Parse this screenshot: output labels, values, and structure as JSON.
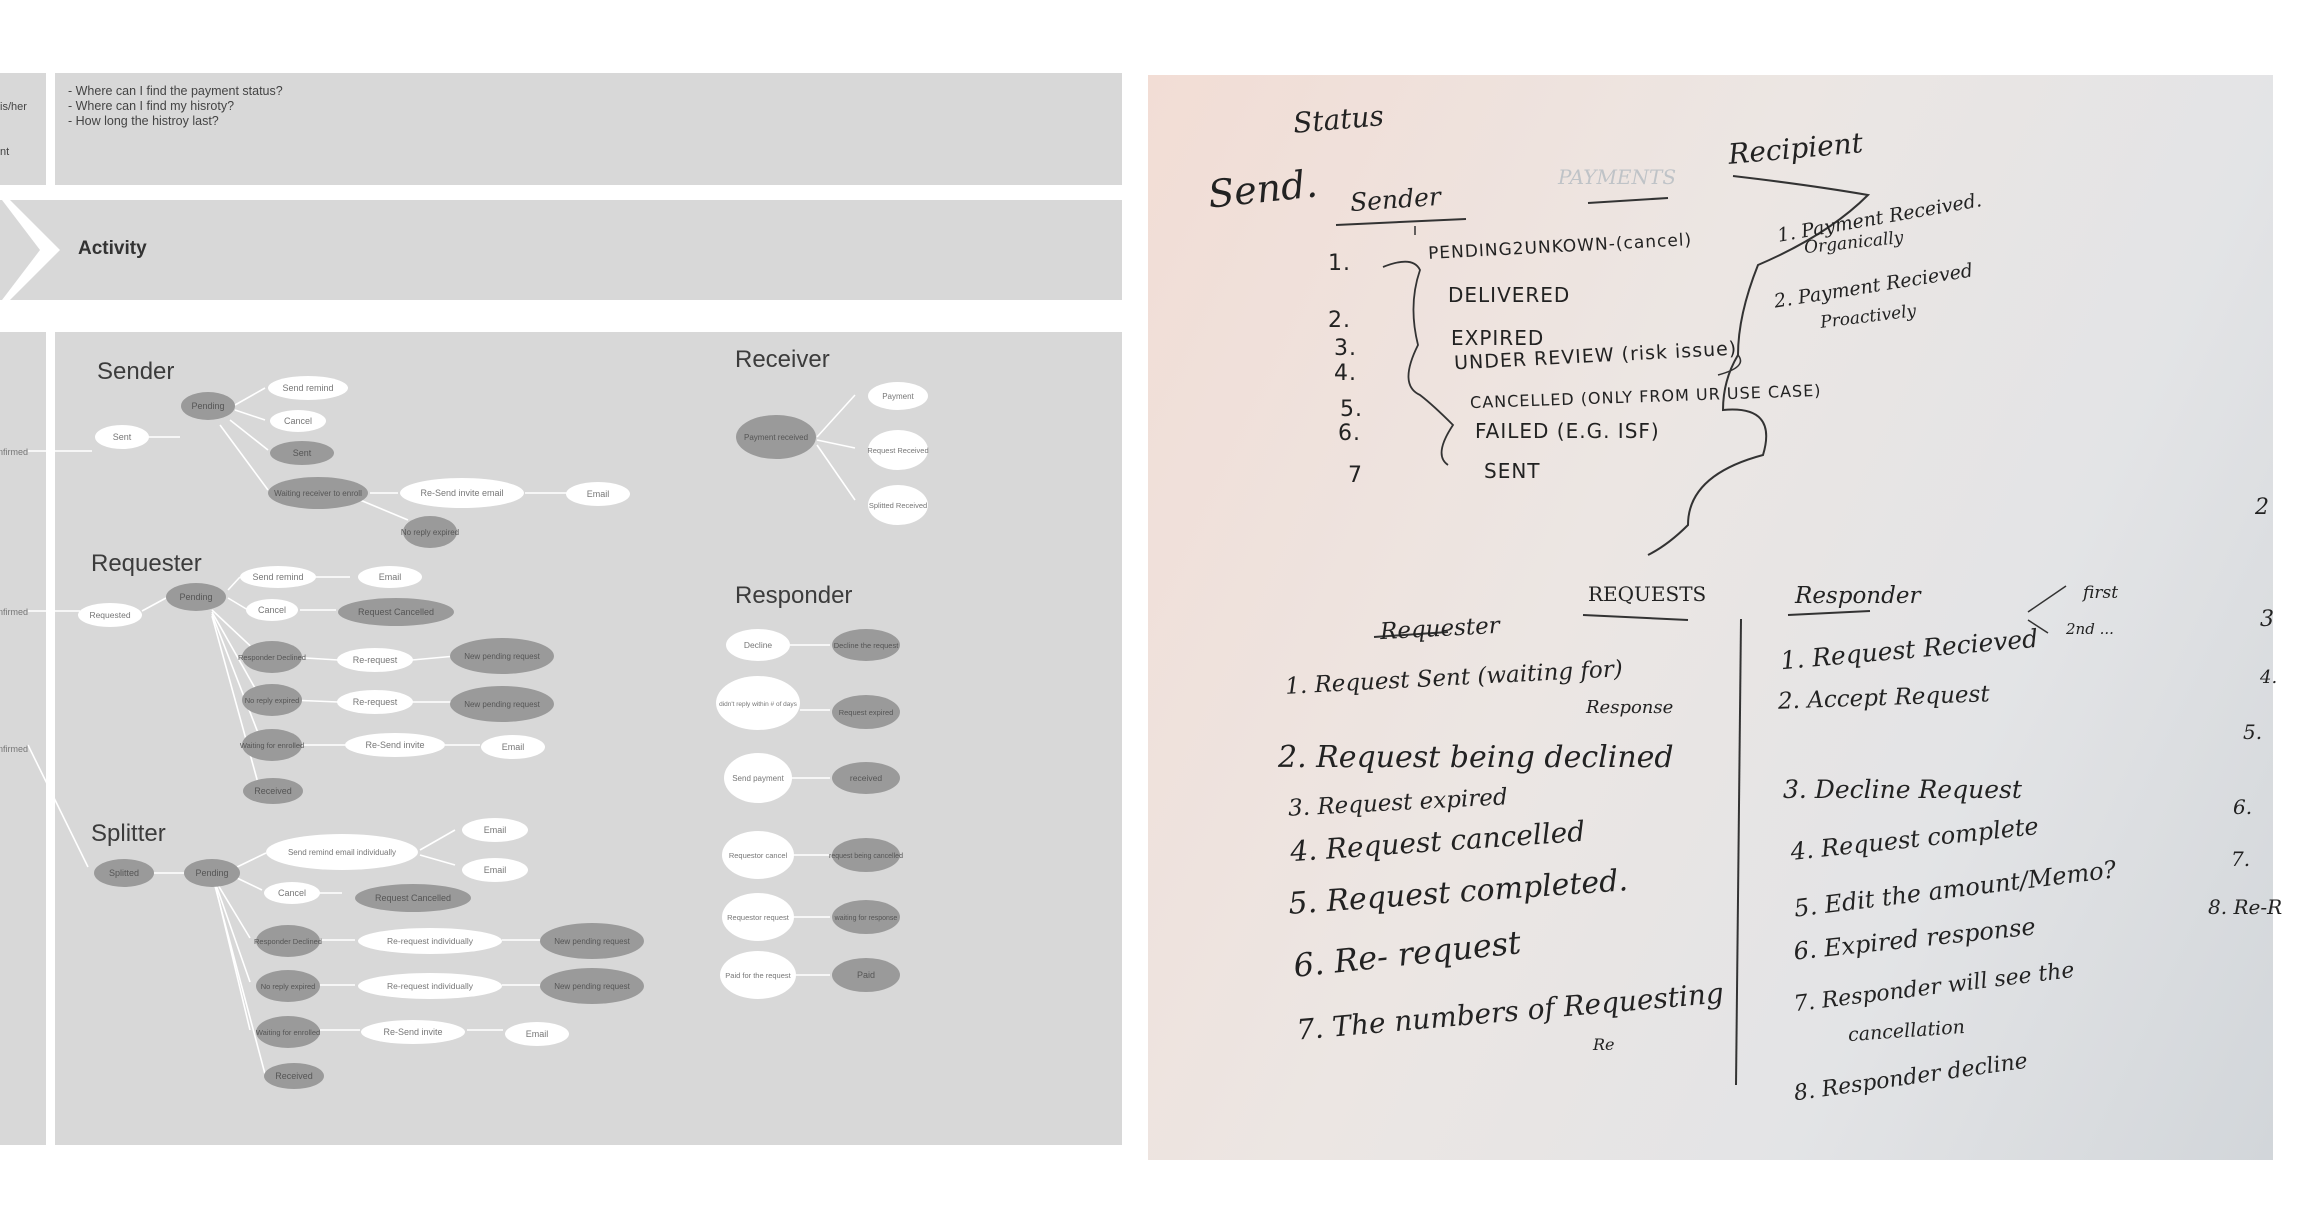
{
  "left_panel": {
    "edge_labels": {
      "top_1": "is/her",
      "top_2": "nt",
      "mid_1": "nfirmed",
      "mid_2": "nfirmed",
      "mid_3": "nfirmed"
    },
    "questions": [
      "- Where can I find the payment status?",
      "- Where can I find my hisroty?",
      "- How long the histroy last?"
    ],
    "activity_label": "Activity",
    "sender": {
      "title": "Sender",
      "nodes": {
        "sent": "Sent",
        "pending": "Pending",
        "send_remind": "Send remind",
        "cancel": "Cancel",
        "sent2": "Sent",
        "waiting_receiver": "Waiting receiver to enroll",
        "resend_invite_email": "Re-Send invite email",
        "email": "Email",
        "no_reply_expired": "No reply expired"
      }
    },
    "receiver": {
      "title": "Receiver",
      "nodes": {
        "payment_received": "Payment received",
        "payment": "Payment",
        "request_received": "Request Received",
        "splitted_received": "Splitted Received"
      }
    },
    "requester": {
      "title": "Requester",
      "nodes": {
        "requested": "Requested",
        "pending": "Pending",
        "send_remind": "Send remind",
        "email": "Email",
        "cancel": "Cancel",
        "request_cancelled": "Request Cancelled",
        "responder_declined": "Responder Declined",
        "re_request": "Re-request",
        "new_pending_request": "New pending request",
        "no_reply_expired": "No reply expired",
        "re_request_2": "Re-request",
        "new_pending_request_2": "New pending request",
        "waiting_enrolled": "Waiting for enrolled",
        "resend_invite": "Re-Send invite",
        "email_2": "Email",
        "received": "Received"
      }
    },
    "responder": {
      "title": "Responder",
      "nodes": {
        "decline": "Decline",
        "decline_the_request": "Decline the request",
        "didnt_reply": "didn't reply within # of days",
        "request_expired": "Request expired",
        "send_payment": "Send payment",
        "received": "received",
        "requestor_cancel": "Requestor cancel",
        "request_being_cancelled": "request being cancelled",
        "requestor_request": "Requestor request",
        "waiting_for_response": "waiting for response",
        "paid_for_request": "Paid for the request",
        "paid": "Paid"
      }
    },
    "splitter": {
      "title": "Splitter",
      "nodes": {
        "splitted": "Splitted",
        "pending": "Pending",
        "send_remind_individually": "Send remind email individually",
        "email_1": "Email",
        "email_2": "Email",
        "cancel": "Cancel",
        "request_cancelled": "Request Cancelled",
        "responder_declined": "Responder Declined",
        "re_request_individually": "Re-request individually",
        "new_pending_request": "New pending request",
        "no_reply_expired": "No reply expired",
        "re_request_individually_2": "Re-request individually",
        "new_pending_request_2": "New pending request",
        "waiting_enrolled": "Waiting for enrolled",
        "resend_invite": "Re-Send invite",
        "email_3": "Email",
        "received": "Received"
      }
    }
  },
  "whiteboard": {
    "send": "Send.",
    "status": "Status",
    "ghost_payments": "PAYMENTS",
    "sender_heading": "Sender",
    "recipient_heading": "Recipient",
    "sender_numbers": [
      "1.",
      "2.",
      "3.",
      "4.",
      "5.",
      "6.",
      "7"
    ],
    "sender_items": [
      "PENDING2UNKOWN-(cancel)",
      "DELIVERED",
      "EXPIRED",
      "UNDER REVIEW (risk issue)",
      "CANCELLED (ONLY FROM UR USE CASE)",
      "FAILED (E.G. ISF)",
      "SENT"
    ],
    "recipient_items": [
      "1. Payment Received.",
      "Organically",
      "2. Payment Recieved",
      "Proactively"
    ],
    "requests_heading": "REQUESTS",
    "requester_heading": "Requester",
    "requester_items": [
      "1. Request Sent (waiting for)",
      "Response",
      "2. Request being declined",
      "3. Request expired",
      "4. Request cancelled",
      "5. Request completed.",
      "6. Re- request",
      "7. The numbers of Requesting",
      "Re"
    ],
    "responder_heading": "Responder",
    "responder_first": "first",
    "responder_second": "2nd ...",
    "responder_items": [
      "1. Request Recieved",
      "2. Accept Request",
      "3. Decline Request",
      "4. Request complete",
      "5. Edit the amount/Memo?",
      "6. Expired response",
      "7. Responder will see the",
      "cancellation",
      "8. Responder decline"
    ],
    "edge_marks": [
      "2",
      "3",
      "4.",
      "5.",
      "6.",
      "7.",
      "8. Re-R"
    ]
  }
}
